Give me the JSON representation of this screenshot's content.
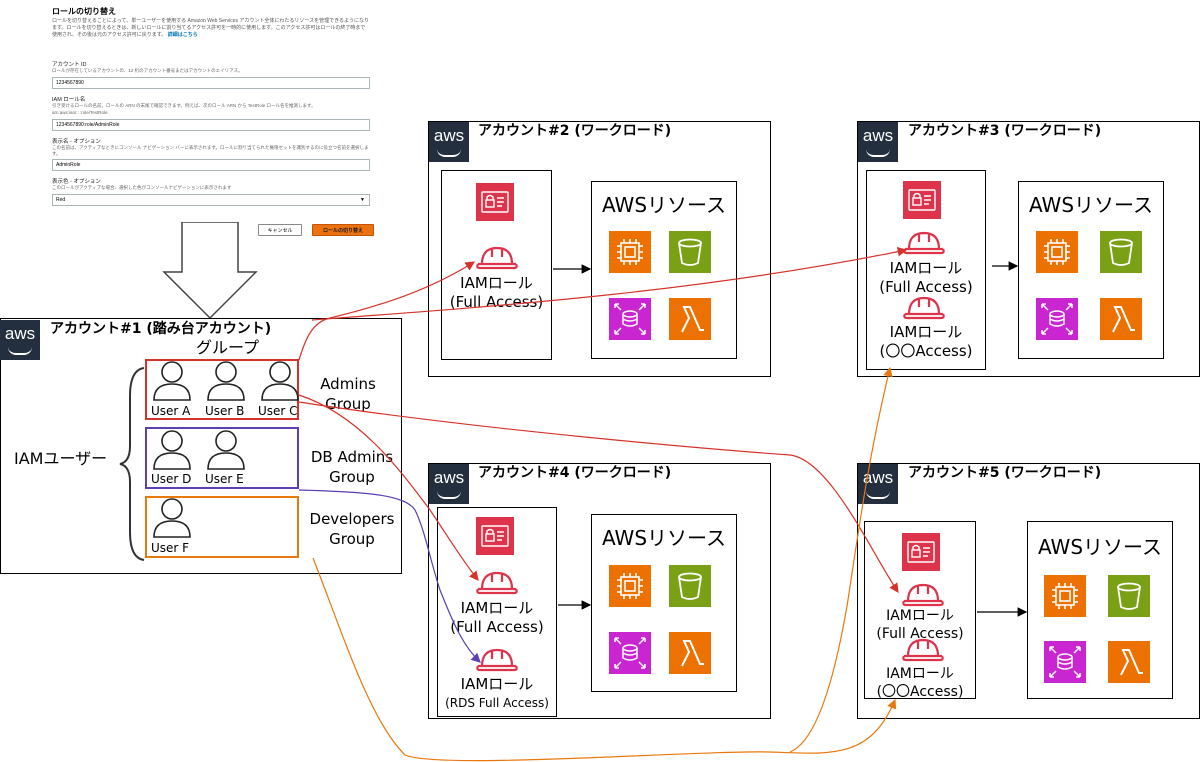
{
  "console": {
    "heading": "ロールの切り替え",
    "description": "ロールを切り替えることによって、単一ユーザーを使用する Amazon Web Services アカウント全体にわたるリソースを管理できるようになります。ロールを切り替えるときは、新しいロールに割り当てるアクセス許可を一時的に使用します。このアクセス許可はロールの終了時まで使用され、その後は元のアクセス許可に戻ります。",
    "learn_more": "詳細はこちら",
    "account_label": "アカウント ID",
    "account_help": "ロールが存在しているアカウントの、12 桁のアカウント番号またはアカウントのエイリアス。",
    "account_value": "1234567890",
    "role_label": "IAM ロール名",
    "role_help": "引き受けるロールの名前。ロールの ARN の末尾で確認できます。例えば、次のロール ARN から TestRole ロール名を推測します。",
    "role_help2": "arn:aws:iam::        :role/TestRole.",
    "role_value": "1234567890:role/AdminRole",
    "display_label": "表示名 - オプション",
    "display_help": "この名前は、アクティブなときにコンソール ナビゲーション バーに表示されます。ロールに割り当てられた権限セットを識別するのに役立つ名前を選択します。",
    "display_value": "AdminRole",
    "color_label": "表示色 - オプション",
    "color_help": "このロールがアクティブな場合、選択した色がコンソールナビゲーションに表示されます",
    "color_value": "Red",
    "cancel": "キャンセル",
    "switch": "ロールの切り替え"
  },
  "aws_logo": "aws",
  "account1": {
    "title": "アカウント#1 (踏み台アカウント)",
    "group_caption": "グループ",
    "iam_users_label": "IAMユーザー",
    "groups": [
      {
        "name_line1": "Admins",
        "name_line2": "Group",
        "users": [
          "User A",
          "User B",
          "User C"
        ],
        "color": "#d6322b"
      },
      {
        "name_line1": "DB Admins",
        "name_line2": "Group",
        "users": [
          "User D",
          "User E"
        ],
        "color": "#5b3fb3"
      },
      {
        "name_line1": "Developers",
        "name_line2": "Group",
        "users": [
          "User F"
        ],
        "color": "#e8790f"
      }
    ]
  },
  "workloads": [
    {
      "title": "アカウント#2 (ワークロード)",
      "roles": [
        {
          "line1": "IAMロール",
          "line2": "(Full Access)"
        }
      ]
    },
    {
      "title": "アカウント#3 (ワークロード)",
      "roles": [
        {
          "line1": "IAMロール",
          "line2": "(Full Access)"
        },
        {
          "line1": "IAMロール",
          "line2": "(〇〇Access)"
        }
      ]
    },
    {
      "title": "アカウント#4  (ワークロード)",
      "roles": [
        {
          "line1": "IAMロール",
          "line2": "(Full Access)"
        },
        {
          "line1": "IAMロール",
          "line2": "(RDS Full Access)"
        }
      ]
    },
    {
      "title": "アカウント#5  (ワークロード)",
      "roles": [
        {
          "line1": "IAMロール",
          "line2": "(Full Access)"
        },
        {
          "line1": "IAMロール",
          "line2": "(〇〇Access)"
        }
      ]
    }
  ],
  "resources_title": "AWSリソース",
  "colors": {
    "red": "#d6322b",
    "purple": "#5b3fb3",
    "orange": "#e8790f",
    "security": "#dd344c",
    "compute": "#ed7100",
    "storage": "#7aa116",
    "database": "#c925d1"
  },
  "icons": [
    "aws-logo-icon",
    "id-card-icon",
    "iam-role-hardhat-icon",
    "ec2-icon",
    "s3-bucket-icon",
    "rds-icon",
    "lambda-icon",
    "user-icon",
    "down-arrow-icon"
  ]
}
